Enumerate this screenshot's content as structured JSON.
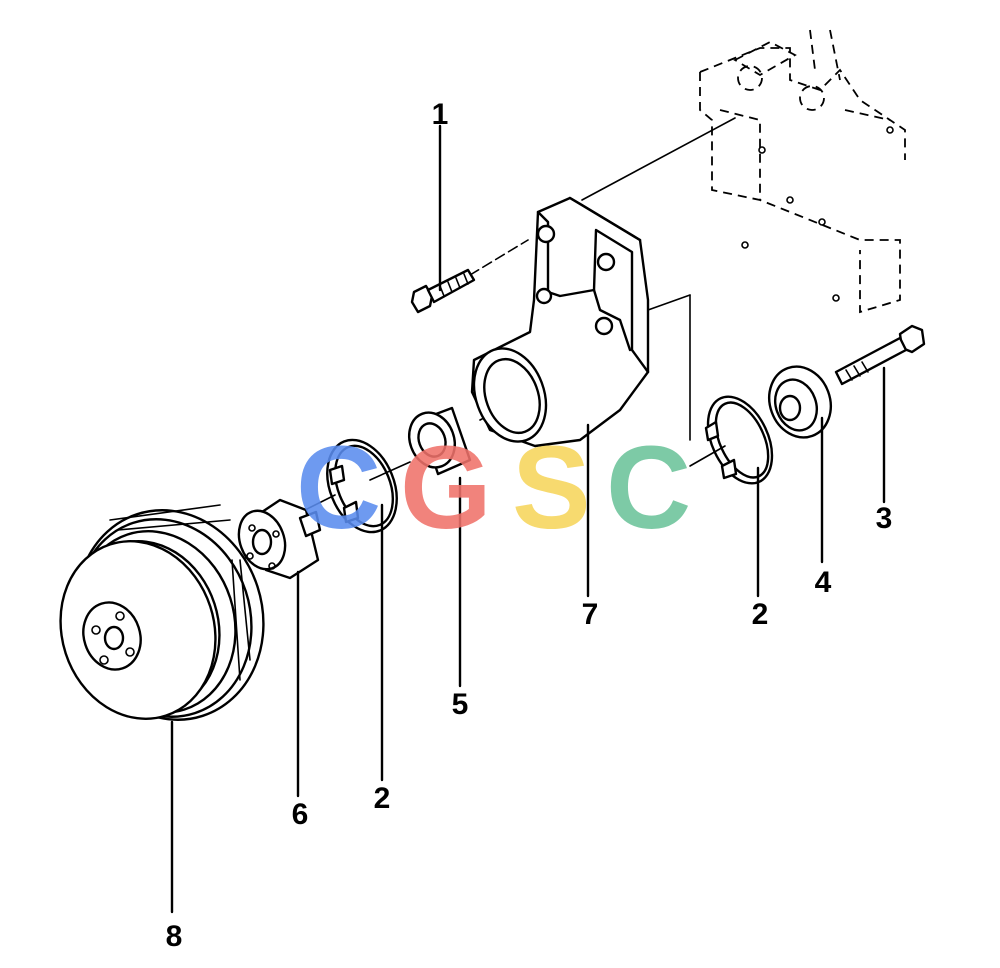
{
  "watermark": {
    "letters": [
      "C",
      "G",
      "S",
      "C"
    ],
    "colors": [
      "#5b8def",
      "#f0726b",
      "#f7d55c",
      "#6cc39a"
    ]
  },
  "callouts": [
    {
      "id": "1",
      "label": "1"
    },
    {
      "id": "2a",
      "label": "2"
    },
    {
      "id": "2b",
      "label": "2"
    },
    {
      "id": "3",
      "label": "3"
    },
    {
      "id": "4",
      "label": "4"
    },
    {
      "id": "5",
      "label": "5"
    },
    {
      "id": "6",
      "label": "6"
    },
    {
      "id": "7",
      "label": "7"
    },
    {
      "id": "8",
      "label": "8"
    }
  ]
}
